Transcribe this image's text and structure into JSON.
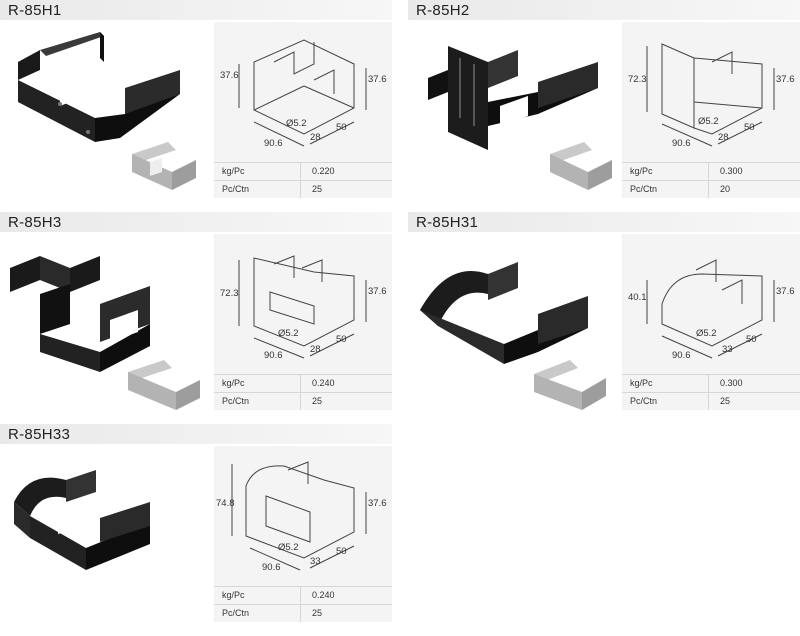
{
  "products": [
    {
      "title": "R-85H1",
      "specs": [
        {
          "label": "kg/Pc",
          "value": "0.220"
        },
        {
          "label": "Pc/Ctn",
          "value": "25"
        }
      ],
      "dims": {
        "d1": "37.6",
        "d2": "37.6",
        "d3": "90.6",
        "d4": "28",
        "d5": "50",
        "d6": "Ø5.2"
      }
    },
    {
      "title": "R-85H2",
      "specs": [
        {
          "label": "kg/Pc",
          "value": "0.300"
        },
        {
          "label": "Pc/Ctn",
          "value": "20"
        }
      ],
      "dims": {
        "d1": "72.3",
        "d2": "37.6",
        "d3": "90.6",
        "d4": "28",
        "d5": "50",
        "d6": "Ø5.2"
      }
    },
    {
      "title": "R-85H3",
      "specs": [
        {
          "label": "kg/Pc",
          "value": "0.240"
        },
        {
          "label": "Pc/Ctn",
          "value": "25"
        }
      ],
      "dims": {
        "d1": "72.3",
        "d2": "37.6",
        "d3": "90.6",
        "d4": "28",
        "d5": "50",
        "d6": "Ø5.2"
      }
    },
    {
      "title": "R-85H31",
      "specs": [
        {
          "label": "kg/Pc",
          "value": "0.300"
        },
        {
          "label": "Pc/Ctn",
          "value": "25"
        }
      ],
      "dims": {
        "d1": "40.1",
        "d2": "37.6",
        "d3": "90.6",
        "d4": "33",
        "d5": "50",
        "d6": "Ø5.2"
      }
    },
    {
      "title": "R-85H33",
      "specs": [
        {
          "label": "kg/Pc",
          "value": "0.240"
        },
        {
          "label": "Pc/Ctn",
          "value": "25"
        }
      ],
      "dims": {
        "d1": "74.8",
        "d2": "37.6",
        "d3": "90.6",
        "d4": "33",
        "d5": "50",
        "d6": "Ø5.2"
      }
    }
  ]
}
